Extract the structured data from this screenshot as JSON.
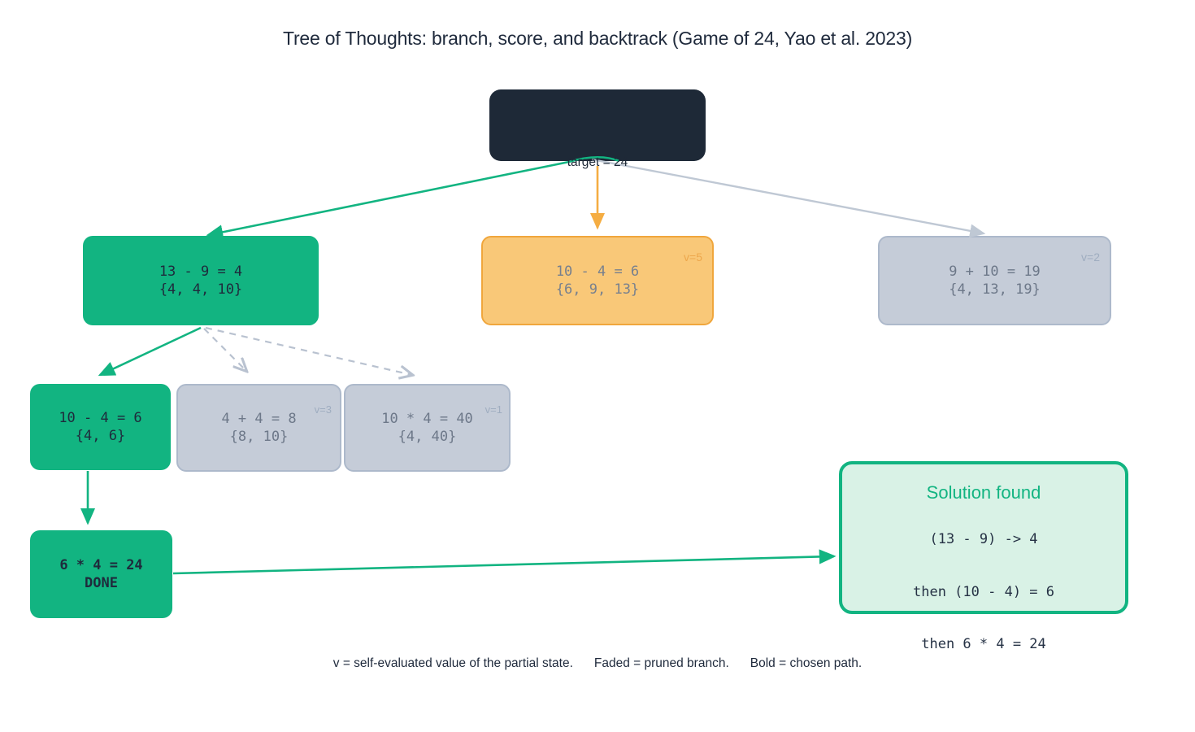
{
  "title": "Tree of Thoughts: branch, score, and backtrack (Game of 24, Yao et al. 2023)",
  "root": {
    "label": "target = 24"
  },
  "nodes": {
    "l1_chosen": {
      "expr": "13 - 9 = 4",
      "set": "{4, 4, 10}"
    },
    "l1_scored": {
      "expr": "10 - 4 = 6",
      "set": "{6, 9, 13}",
      "v": "v=5"
    },
    "l1_pruned": {
      "expr": "9 + 10 = 19",
      "set": "{4, 13, 19}",
      "v": "v=2"
    },
    "l2_chosen": {
      "expr": "10 - 4 = 6",
      "set": "{4, 6}"
    },
    "l2_pruned_a": {
      "expr": "4 + 4 = 8",
      "set": "{8, 10}",
      "v": "v=3"
    },
    "l2_pruned_b": {
      "expr": "10 * 4 = 40",
      "set": "{4, 40}",
      "v": "v=1"
    },
    "l3_done": {
      "expr": "6 * 4 = 24",
      "set": "DONE"
    }
  },
  "solution": {
    "title": "Solution found",
    "steps": [
      "(13 - 9) -> 4",
      "then (10 - 4) = 6",
      "then 6 * 4 = 24"
    ]
  },
  "legend": {
    "part1": "v = self-evaluated value of the partial state.",
    "part2": "Faded = pruned branch.",
    "part3": "Bold = chosen path."
  },
  "colors": {
    "chosen_green": "#12b481",
    "root_navy": "#1e2937",
    "scored_orange_fill": "#f9c878",
    "scored_orange_border": "#f0a63c",
    "pruned_gray_fill": "#c5ccd8",
    "pruned_gray_border": "#adb9cb",
    "solution_fill": "#d9f2e6",
    "text_dark": "#1f2a3c",
    "faded_text": "#6e7888"
  }
}
